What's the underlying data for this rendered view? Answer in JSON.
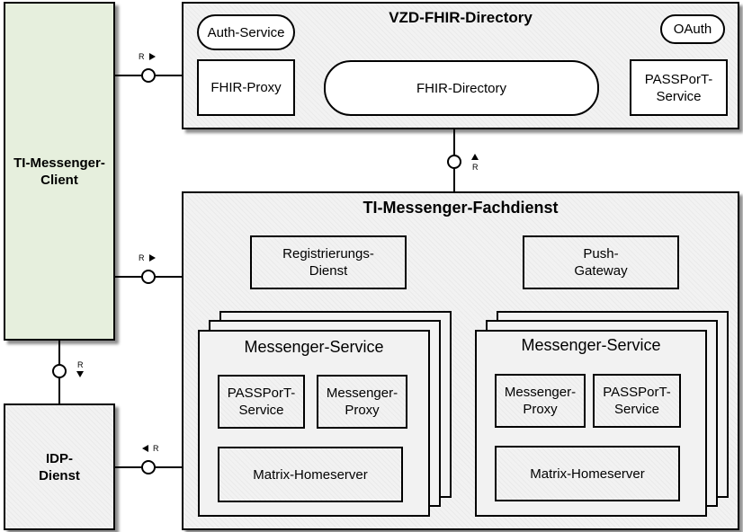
{
  "client": {
    "label": "TI-Messenger-\nClient"
  },
  "idp": {
    "label": "IDP-\nDienst"
  },
  "vzd": {
    "title": "VZD-FHIR-Directory",
    "auth_service": "Auth-Service",
    "oauth": "OAuth",
    "fhir_proxy": "FHIR-Proxy",
    "fhir_directory": "FHIR-Directory",
    "passport_service": "PASSPorT-\nService"
  },
  "fachdienst": {
    "title": "TI-Messenger-Fachdienst",
    "registrierungs_dienst": "Registrierungs-\nDienst",
    "push_gateway": "Push-\nGateway",
    "messenger_service_left": {
      "title": "Messenger-Service",
      "passport_service": "PASSPorT-\nService",
      "messenger_proxy": "Messenger-\nProxy",
      "homeserver": "Matrix-Homeserver"
    },
    "messenger_service_right": {
      "title": "Messenger-Service",
      "messenger_proxy": "Messenger-\nProxy",
      "passport_service": "PASSPorT-\nService",
      "homeserver": "Matrix-Homeserver"
    }
  },
  "interfaces": {
    "client_vzd": "R",
    "vzd_fachdienst": "R",
    "client_fachdienst": "R",
    "client_idp": "R",
    "idp_fachdienst": "R"
  },
  "colors": {
    "client_fill": "#e6efdd",
    "component_fill": "#f2f2f2",
    "line": "#000000"
  }
}
